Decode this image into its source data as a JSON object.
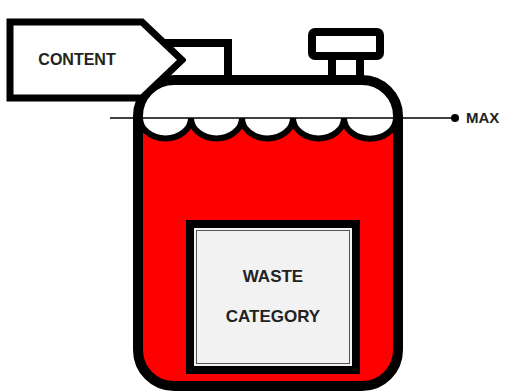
{
  "diagram": {
    "nodes": [
      {
        "text": [
          "CONTENT"
        ]
      },
      {
        "text": [
          "WASTE CATEGORY"
        ]
      }
    ],
    "labels": [
      "MAX"
    ]
  }
}
